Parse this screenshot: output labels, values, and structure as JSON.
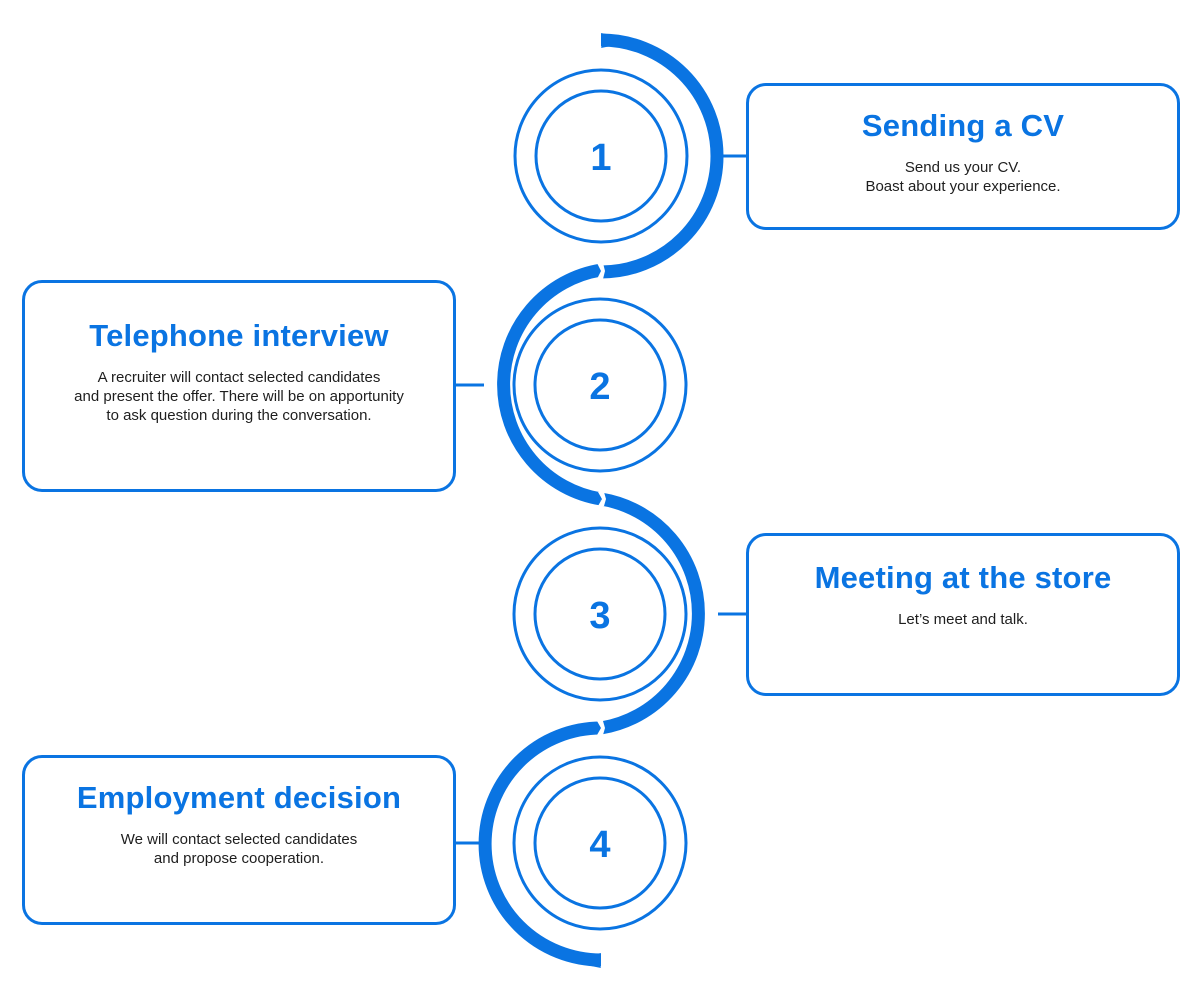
{
  "colors": {
    "accent": "#0a74e2",
    "text": "#1e1e1e",
    "background": "#ffffff"
  },
  "steps": [
    {
      "number": "1",
      "title": "Sending a CV",
      "lines": [
        "Send us your CV.",
        "Boast about your experience."
      ]
    },
    {
      "number": "2",
      "title": "Telephone interview",
      "lines": [
        "A recruiter will contact selected candidates",
        "and present the offer. There will be on apportunity",
        "to ask question during the conversation."
      ]
    },
    {
      "number": "3",
      "title": "Meeting at the store",
      "lines": [
        "Let’s meet and talk."
      ]
    },
    {
      "number": "4",
      "title": "Employment decision",
      "lines": [
        "We will contact selected candidates",
        "and propose cooperation."
      ]
    }
  ]
}
